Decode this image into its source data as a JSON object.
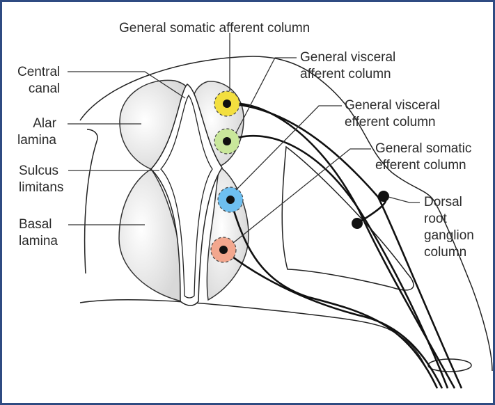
{
  "labels": {
    "top": "General somatic afferent column",
    "gva": [
      "General visceral",
      "afferent column"
    ],
    "gve": [
      "General visceral",
      "efferent column"
    ],
    "gse": [
      "General somatic",
      "efferent column"
    ],
    "drg": [
      "Dorsal",
      "root",
      "ganglion",
      "column"
    ],
    "central_canal": [
      "Central",
      "canal"
    ],
    "alar": [
      "Alar",
      "lamina"
    ],
    "sulcus": [
      "Sulcus",
      "limitans"
    ],
    "basal": [
      "Basal",
      "lamina"
    ]
  },
  "colors": {
    "border": "#2f4b82",
    "gray_matter": "#e3e3e3",
    "gsa": "#f3df3f",
    "gva": "#c9e79b",
    "gve": "#6ebff0",
    "gse": "#f2a78e"
  }
}
